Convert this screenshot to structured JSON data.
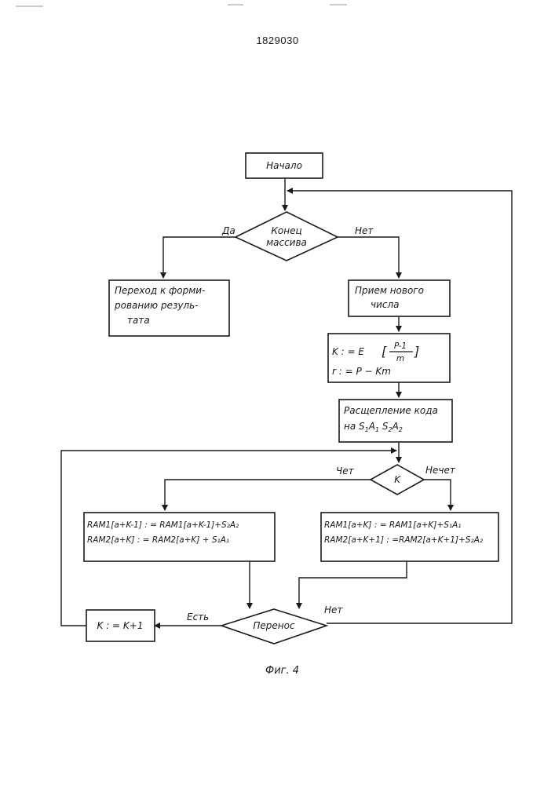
{
  "page_number": "1829030",
  "nodes": {
    "start": "Начало",
    "end_array": [
      "Конец",
      "массива"
    ],
    "go_result": [
      "Переход к форми-",
      "рованию резуль-",
      "тата"
    ],
    "receive": [
      "Прием нового",
      "числа"
    ],
    "k_eq": "K : = E",
    "frac_num": "P-1",
    "frac_den": "m",
    "r_eq": "r : = P − Km",
    "split_1": "Расщепление кода",
    "split_2_prefix": "на",
    "k_decision": "K",
    "left_line1": "RAM1[a+K-1] : = RAM1[a+K-1]+S₂A₂",
    "left_line2": "RAM2[a+K] : = RAM2[a+K] + S₁A₁",
    "right_line1": "RAM1[a+K] : = RAM1[a+K]+S₁A₁",
    "right_line2": "RAM2[a+K+1] : =RAM2[a+K+1]+S₂A₂",
    "carry": "Перенос",
    "k_inc": "K : = K+1"
  },
  "labels": {
    "yes": "Да",
    "no": "Нет",
    "even": "Чет",
    "odd": "Нечет",
    "has": "Есть",
    "none": "Нет"
  },
  "caption": "Фиг. 4"
}
